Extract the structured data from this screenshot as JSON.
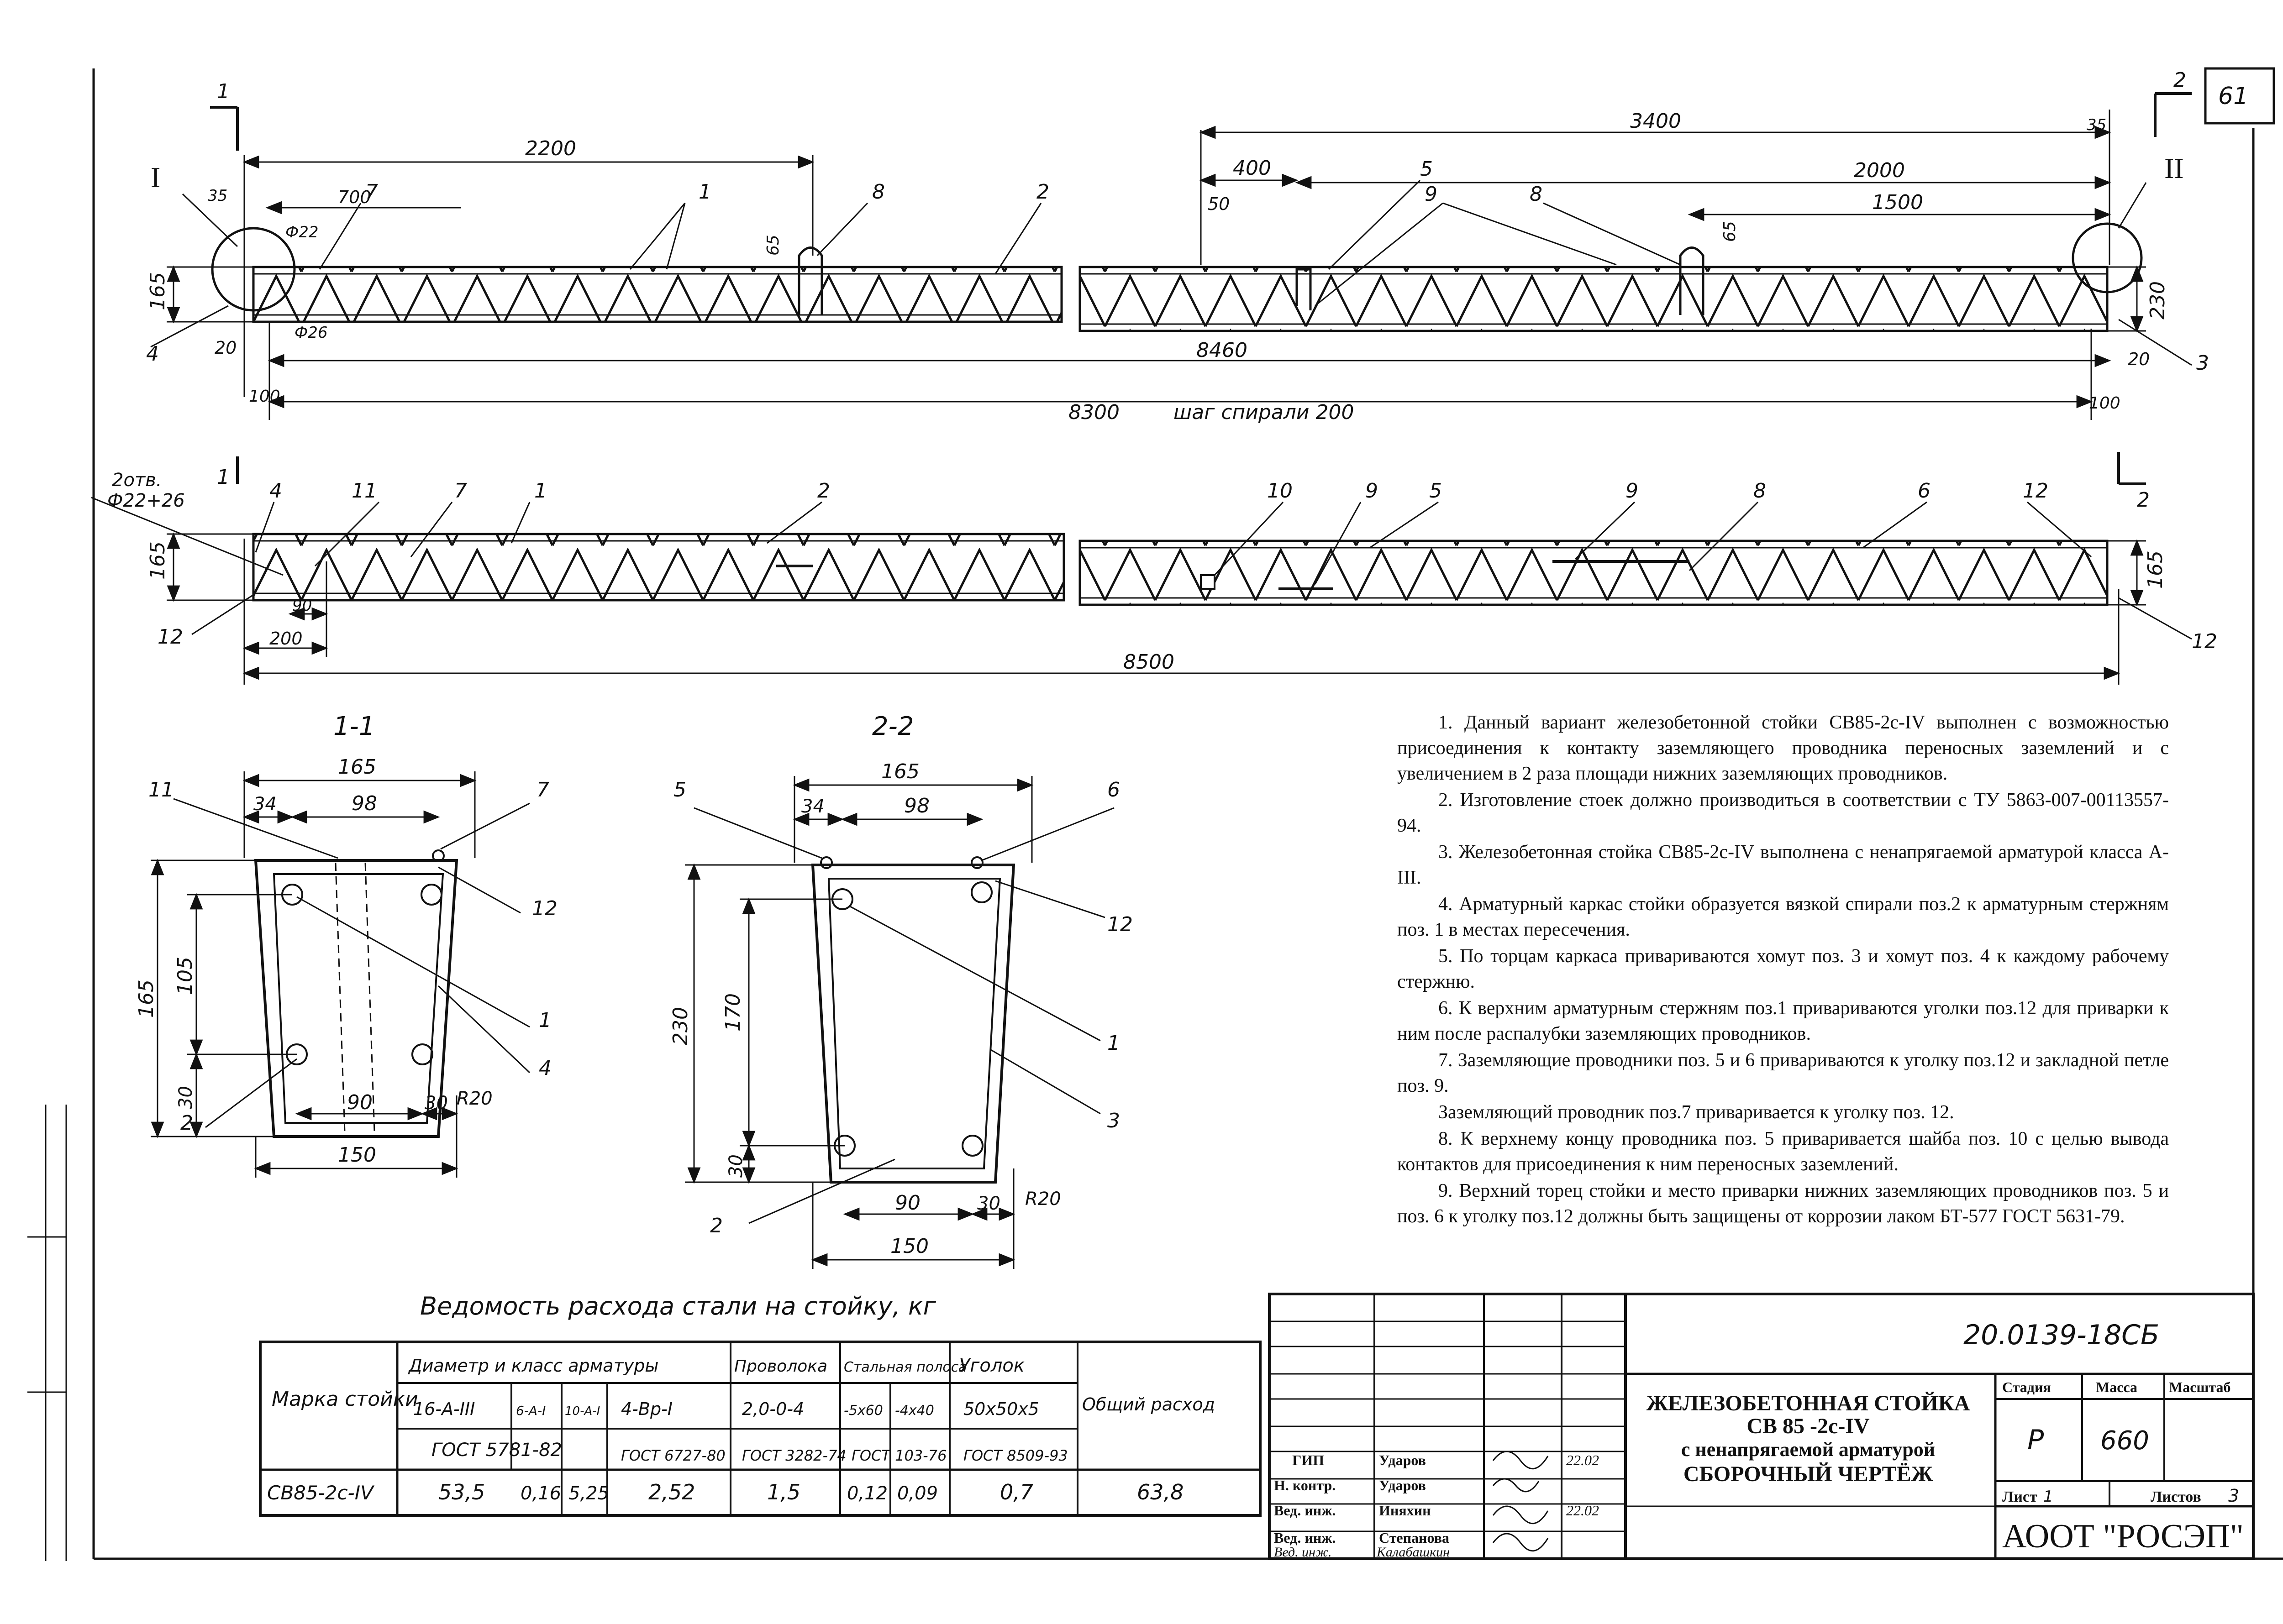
{
  "sheet_number": "61",
  "doc_code": "20.0139-18СБ",
  "title": {
    "line1": "ЖЕЛЕЗОБЕТОННАЯ СТОЙКА",
    "line2": "СВ 85 -2с-IV",
    "line3": "с ненапрягаемой арматурой",
    "line4": "СБОРОЧНЫЙ ЧЕРТЁЖ"
  },
  "stage_block": {
    "stage_label": "Стадия",
    "mass_label": "Масса",
    "scale_label": "Масштаб",
    "stage": "Р",
    "mass": "660",
    "sheet_label": "Лист",
    "sheet": "1",
    "sheets_label": "Листов",
    "sheets": "3"
  },
  "organization": "АООТ \"РОСЭП\"",
  "signatures": [
    {
      "role": "ГИП",
      "name": "Ударов",
      "date": "22.02"
    },
    {
      "role": "Н. контр.",
      "name": "Ударов",
      "date": ""
    },
    {
      "role": "Вед. инж.",
      "name": "Иняхин",
      "date": "22.02"
    },
    {
      "role": "Вед. инж.",
      "name": "Степанова",
      "date": ""
    },
    {
      "role": "Вед. инж.",
      "name": "Калабашкин",
      "date": ""
    }
  ],
  "view1": {
    "cut_left": "1",
    "cut_right": "2",
    "node_left": "I",
    "node_right": "II",
    "dims": {
      "d2200": "2200",
      "d3400": "3400",
      "d2000": "2000",
      "d1500": "1500",
      "d400": "400",
      "d700": "700",
      "d50": "50",
      "d35a": "35",
      "d35b": "35",
      "d65a": "65",
      "d65b": "65",
      "d165": "165",
      "d230": "230",
      "d20a": "20",
      "d20b": "20",
      "d100a": "100",
      "d100b": "100",
      "d8460": "8460",
      "d8300": "8300",
      "spiral": "шаг спирали 200",
      "phi22": "Ф22",
      "phi26": "Ф26"
    },
    "leaders": [
      "7",
      "1",
      "8",
      "2",
      "5",
      "9",
      "8",
      "4",
      "3"
    ]
  },
  "view2": {
    "holes": "2отв.",
    "holes_dia": "Ф22+26",
    "dims": {
      "d165a": "165",
      "d165b": "165",
      "d90": "90",
      "d200": "200",
      "d8500": "8500"
    },
    "leaders": [
      "4",
      "11",
      "7",
      "1",
      "2",
      "10",
      "9",
      "5",
      "9",
      "8",
      "6",
      "12",
      "12",
      "12"
    ],
    "cut_left": "1",
    "cut_right": "2"
  },
  "section1": {
    "label": "1-1",
    "dims": {
      "top": "165",
      "d34": "34",
      "d98": "98",
      "height": "165",
      "d105": "105",
      "d30a": "30",
      "d90": "90",
      "d30b": "30",
      "bottom": "150",
      "r": "R20"
    },
    "leaders": [
      "11",
      "7",
      "12",
      "1",
      "4",
      "2"
    ]
  },
  "section2": {
    "label": "2-2",
    "dims": {
      "top": "165",
      "d34": "34",
      "d98": "98",
      "height": "230",
      "d170": "170",
      "d30a": "30",
      "d90": "90",
      "d30b": "30",
      "bottom": "150",
      "r": "R20"
    },
    "leaders": [
      "5",
      "6",
      "12",
      "1",
      "3",
      "2"
    ]
  },
  "notes": [
    "1. Данный вариант железобетонной стойки СВ85-2с-IV выполнен с возможностью присоединения к контакту заземляющего проводника переносных заземлений и с увеличением в 2 раза площади нижних заземляющих проводников.",
    "2. Изготовление стоек должно производиться в соответствии с ТУ 5863-007-00113557-94.",
    "3. Железобетонная стойка СВ85-2с-IV выполнена с ненапрягаемой арматурой класса А-III.",
    "4. Арматурный каркас стойки образуется вязкой спирали поз.2 к арматурным стержням поз. 1 в местах пересечения.",
    "5. По торцам каркаса привариваются хомут поз. 3 и хомут поз. 4 к каждому рабочему стержню.",
    "6. К верхним арматурным стержням поз.1 привариваются уголки поз.12 для приварки к ним после распалубки заземляющих проводников.",
    "7. Заземляющие проводники поз. 5 и 6 привариваются к уголку поз.12 и закладной петле поз. 9.",
    "Заземляющий проводник поз.7 приваривается к уголку поз. 12.",
    "8. К верхнему концу проводника поз. 5 приваривается шайба поз. 10 с целью вывода контактов для присоединения к ним переносных заземлений.",
    "9. Верхний торец стойки и место приварки нижних заземляющих проводников поз. 5 и поз. 6 к уголку поз.12 должны быть защищены от коррозии лаком БТ-577 ГОСТ 5631-79."
  ],
  "steel_table": {
    "caption": "Ведомость расхода стали на стойку, кг",
    "mark_header": "Марка стойки",
    "group_header": "Диаметр и класс арматуры",
    "sub_headers": [
      "16-А-III",
      "6-А-I",
      "10-А-I",
      "4-Вр-I"
    ],
    "gost_5781": "ГОСТ 5781-82",
    "gost_6727": "ГОСТ 6727-80",
    "wire_header": "Проволока",
    "wire_size": "2,0-0-4",
    "wire_gost": "ГОСТ 3282-74",
    "strip_header": "Стальная полоса",
    "strip_sizes": [
      "-5х60",
      "-4х40"
    ],
    "strip_gost": "ГОСТ 103-76",
    "angle_header": "Уголок",
    "angle_size": "50х50х5",
    "angle_gost": "ГОСТ 8509-93",
    "total_header": "Общий расход",
    "row": {
      "mark": "СВ85-2с-IV",
      "values": [
        "53,5",
        "0,16",
        "5,25",
        "2,52",
        "1,5",
        "0,12",
        "0,09",
        "0,7"
      ],
      "total": "63,8"
    }
  }
}
